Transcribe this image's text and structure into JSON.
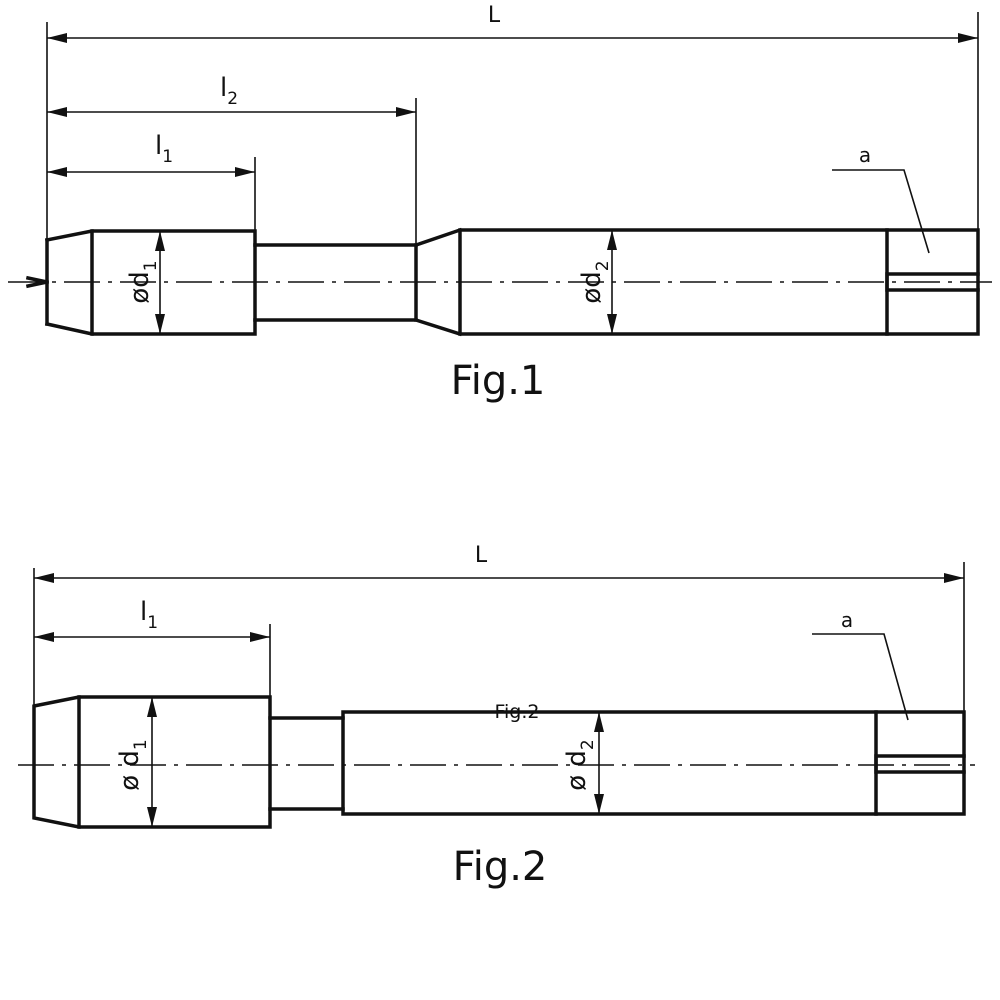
{
  "fig1": {
    "caption": "Fig.1",
    "label_L": "L",
    "label_l2_base": "l",
    "label_l2_sub": "2",
    "label_l1_base": "l",
    "label_l1_sub": "1",
    "label_d1_base": "ød",
    "label_d1_sub": "1",
    "label_d2_base": "ød",
    "label_d2_sub": "2",
    "label_a": "a"
  },
  "fig2": {
    "caption": "Fig.2",
    "inner_caption": "Fig.2",
    "label_L": "L",
    "label_l1_base": "l",
    "label_l1_sub": "1",
    "label_d1_base": "ø d",
    "label_d1_sub": "1",
    "label_d2_base": "ø d",
    "label_d2_sub": "2",
    "label_a": "a"
  }
}
